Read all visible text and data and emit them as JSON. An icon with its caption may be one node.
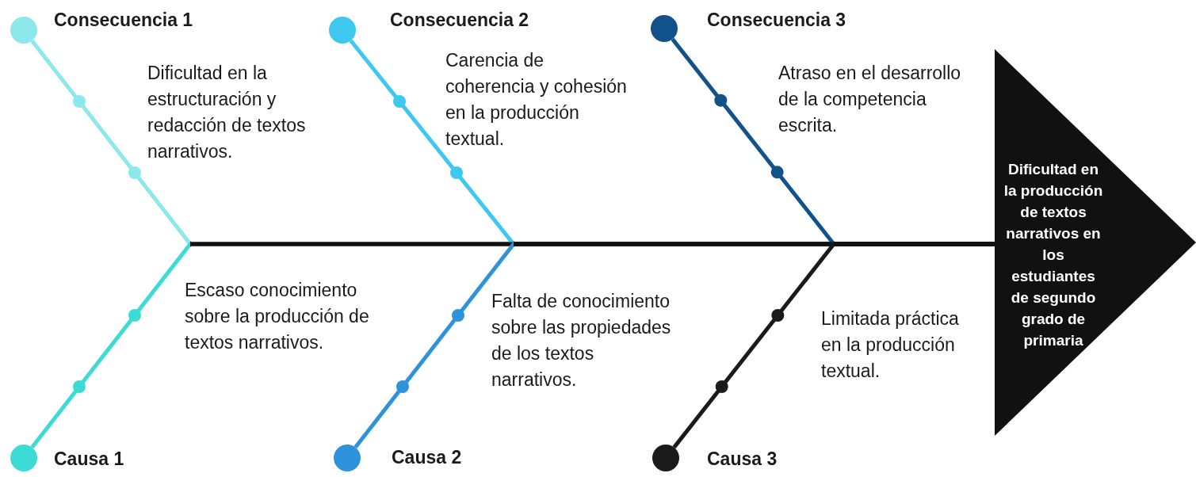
{
  "diagram": {
    "nodes": [
      {
        "text": [
          "Consecuencia 1"
        ]
      },
      {
        "text": [
          "Consecuencia 2"
        ]
      },
      {
        "text": [
          "Consecuencia 3"
        ]
      },
      {
        "text": [
          "Causa 1"
        ]
      },
      {
        "text": [
          "Causa 2"
        ]
      },
      {
        "text": [
          "Causa 3"
        ]
      },
      {
        "text": [
          "Dificultad en la producción de textos narrativos en los estudiantes de segundo grado de primaria"
        ]
      }
    ],
    "edges": [
      {
        "from": 0,
        "to": 6,
        "arrow": "none",
        "color": "#8de8ec"
      },
      {
        "from": 1,
        "to": 6,
        "arrow": "none",
        "color": "#3ec8f0"
      },
      {
        "from": 2,
        "to": 6,
        "arrow": "none",
        "color": "#12528a"
      },
      {
        "from": 3,
        "to": 6,
        "arrow": "none",
        "color": "#3ddbd6"
      },
      {
        "from": 4,
        "to": 6,
        "arrow": "none",
        "color": "#2f93dc"
      },
      {
        "from": 5,
        "to": 6,
        "arrow": "none",
        "color": "#1a1a1a"
      }
    ],
    "labels": [
      "Dificultad en la estructuración  y redacción de textos narrativos.",
      "Carencia de coherencia y cohesión en la producción textual.",
      "Atraso en el desarrollo de la competencia escrita.",
      "Escaso conocimiento sobre la producción de textos narrativos.",
      "Falta de conocimiento sobre las propiedades de los textos narrativos.",
      "Limitada práctica en la producción textual."
    ]
  }
}
